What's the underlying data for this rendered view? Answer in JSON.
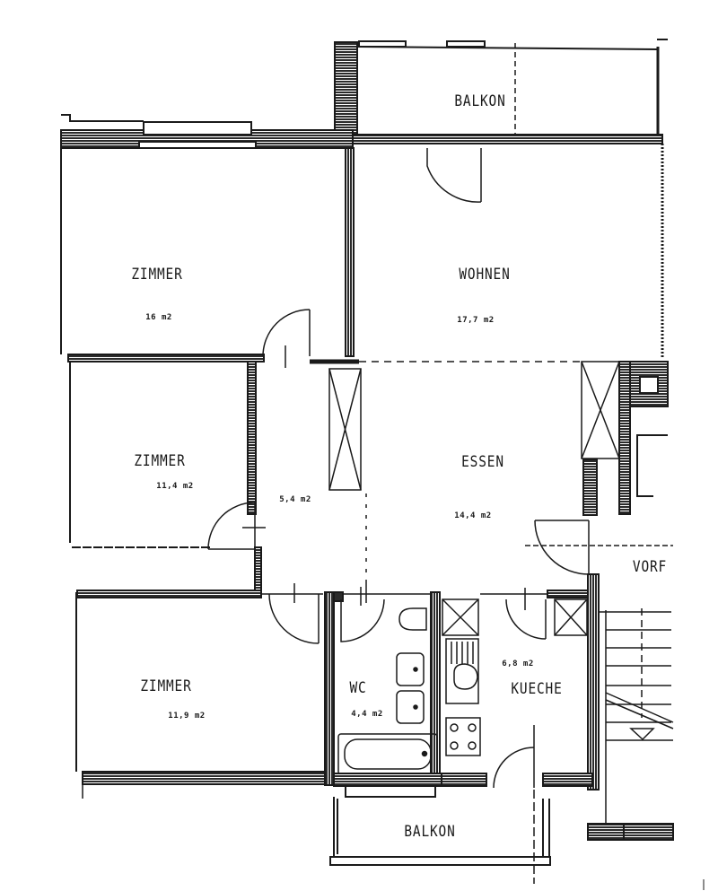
{
  "plan": {
    "type": "floor-plan",
    "area_unit": "m2",
    "rooms": [
      {
        "id": "zimmer_top",
        "name": "ZIMMER",
        "area": "16 m2"
      },
      {
        "id": "wohnen",
        "name": "WOHNEN",
        "area": "17,7 m2"
      },
      {
        "id": "zimmer_mid",
        "name": "ZIMMER",
        "area": "11,4 m2"
      },
      {
        "id": "flur",
        "name": "",
        "area": "5,4 m2"
      },
      {
        "id": "essen",
        "name": "ESSEN",
        "area": "14,4 m2"
      },
      {
        "id": "zimmer_bottom",
        "name": "ZIMMER",
        "area": "11,9 m2"
      },
      {
        "id": "wc",
        "name": "WC",
        "area": "4,4 m2"
      },
      {
        "id": "kueche",
        "name": "KUECHE",
        "area": "6,8 m2"
      }
    ],
    "balconies": [
      {
        "id": "balkon_top",
        "name": "BALKON"
      },
      {
        "id": "balkon_bottom",
        "name": "BALKON"
      }
    ],
    "vorplatz": {
      "name": "VORF"
    },
    "colors": {
      "ink": "#1a1a1a",
      "paper": "#ffffff",
      "wall_hatch": "#3a3a3a"
    }
  }
}
